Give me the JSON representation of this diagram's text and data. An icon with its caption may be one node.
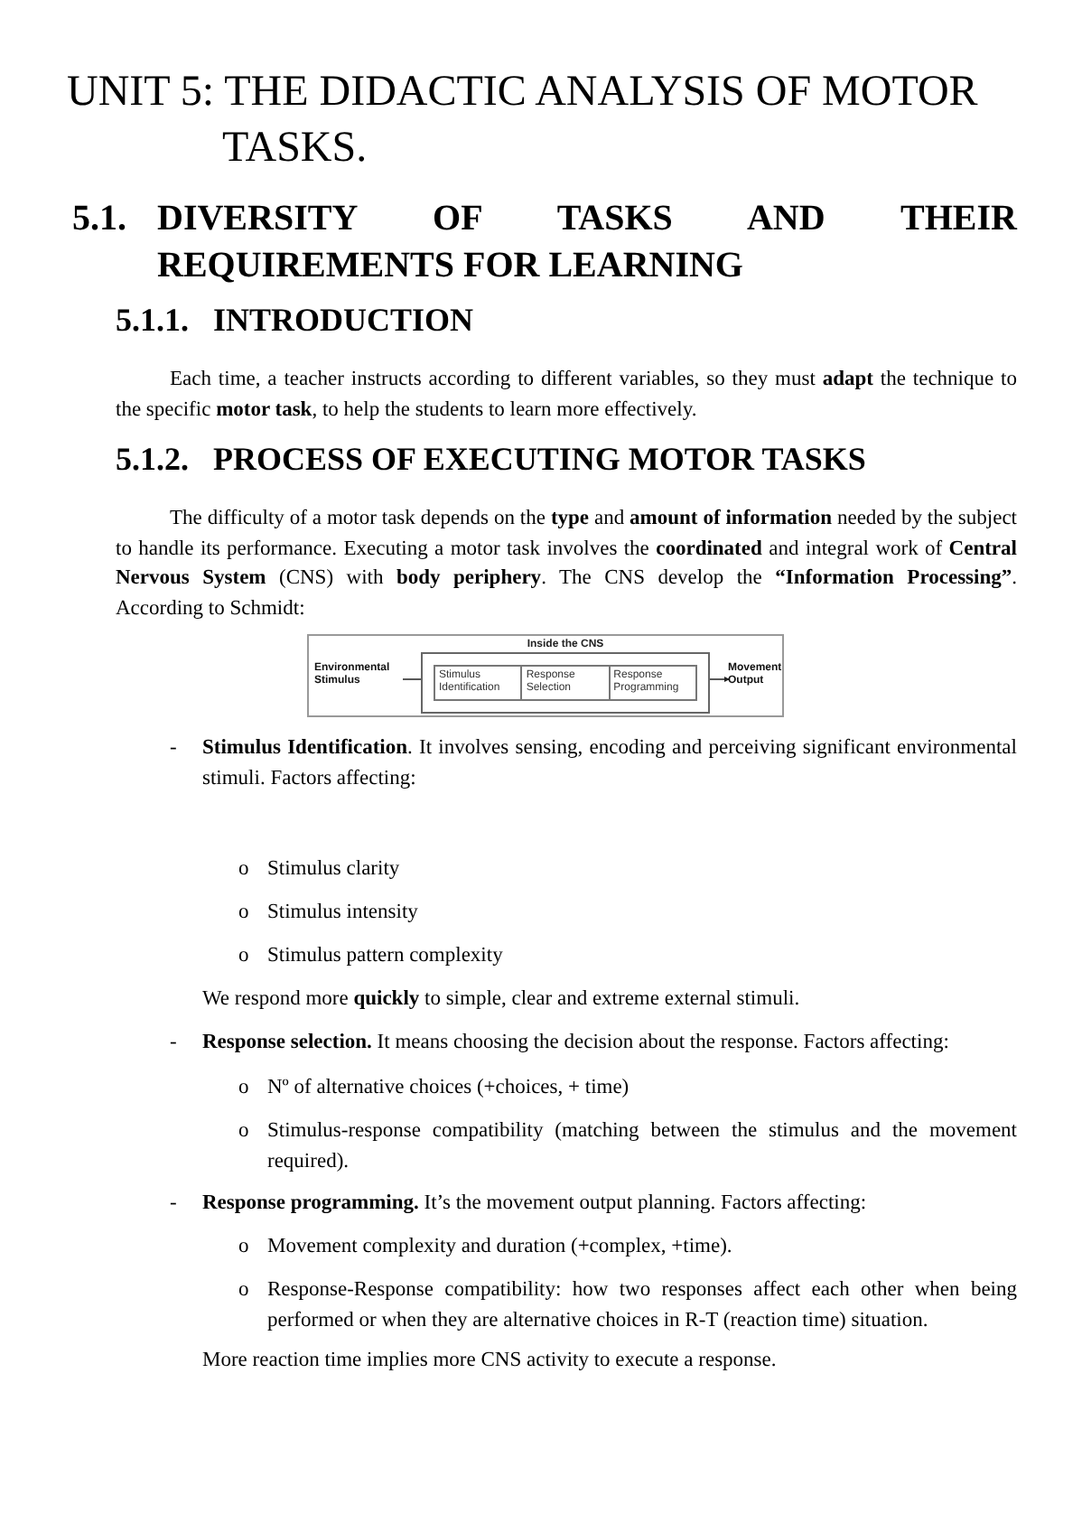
{
  "diagram": {
    "title": "UNIT 5: THE DIDACTIC ANALYSIS OF MOTOR TASKS.",
    "nodes": [
      {
        "text": [
          "Environmental Stimulus"
        ]
      },
      {
        "text": [
          "Inside the CNS"
        ]
      },
      {
        "text": [
          "Stimulus Identification"
        ],
        "in": 1
      },
      {
        "text": [
          "Response Selection"
        ],
        "in": 1
      },
      {
        "text": [
          "Response Programming"
        ],
        "in": 1
      },
      {
        "text": [
          "Movement Output"
        ]
      }
    ],
    "edges": [
      {
        "from": 0,
        "to": 2,
        "arrow": "to"
      },
      {
        "from": 4,
        "to": 5,
        "arrow": "to"
      }
    ],
    "labels": [
      "5.1.",
      "DIVERSITY OF TASKS AND THEIR REQUIREMENTS FOR LEARNING",
      "5.1.1.",
      "INTRODUCTION",
      "Each time, a teacher instructs according to different variables, so they must **adapt** the technique to the specific **motor task**, to help the students to learn more effectively.",
      "5.1.2.",
      "PROCESS OF EXECUTING MOTOR TASKS",
      "The difficulty of a motor task depends on the **type** and **amount of information** needed by the subject to handle its performance. Executing a motor task involves the **coordinated** and integral work of **Central Nervous System** (CNS) with **body periphery**. The CNS develop the **“Information Processing”**. According to Schmidt:",
      "-",
      "**Stimulus Identification**. It involves sensing, encoding and perceiving significant environmental stimuli. Factors affecting:",
      "o",
      "Stimulus clarity",
      "o",
      "Stimulus intensity",
      "o",
      "Stimulus pattern complexity",
      "We respond more **quickly** to simple, clear and extreme external stimuli.",
      "-",
      "**Response selection.** It means choosing the decision about the response. Factors affecting:",
      "o",
      "Nº of alternative choices (+choices, + time)",
      "o",
      "Stimulus-response compatibility (matching between the stimulus and the movement required).",
      "-",
      "**Response programming.** It’s the movement output planning. Factors affecting:",
      "o",
      "Movement complexity and duration (+complex, +time).",
      "o",
      "Response-Response compatibility: how two responses affect each other when being performed or when they are alternative choices in R-T (reaction time) situation.",
      "More reaction time implies more CNS activity to execute a response."
    ]
  }
}
